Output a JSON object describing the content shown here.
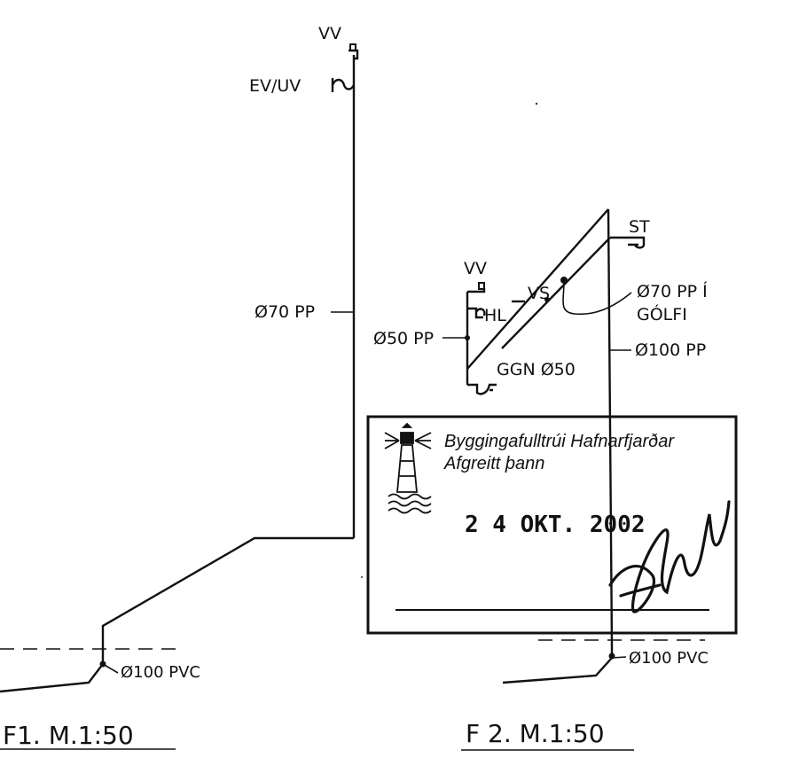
{
  "fig1": {
    "labels": {
      "vv": "VV",
      "ev_uv": "EV/UV",
      "riser": "Ø70 PP",
      "sewer": "Ø100 PVC"
    },
    "title": "F1. M.1:50"
  },
  "fig2": {
    "labels": {
      "st": "ST",
      "vv": "VV",
      "hl": "HL",
      "vs": "VS",
      "floor_pipe_line1": "Ø70 PP Í",
      "floor_pipe_line2": "GÓLFI",
      "left_riser": "Ø50 PP",
      "ggn": "GGN Ø50",
      "main_riser": "Ø100 PP",
      "sewer": "Ø100 PVC"
    },
    "title": "F 2. M.1:50"
  },
  "stamp": {
    "line1": "Byggingafulltrúi Hafnarfjarðar",
    "line2": "Afgreitt þann",
    "date": "2 4 OKT. 2002"
  }
}
